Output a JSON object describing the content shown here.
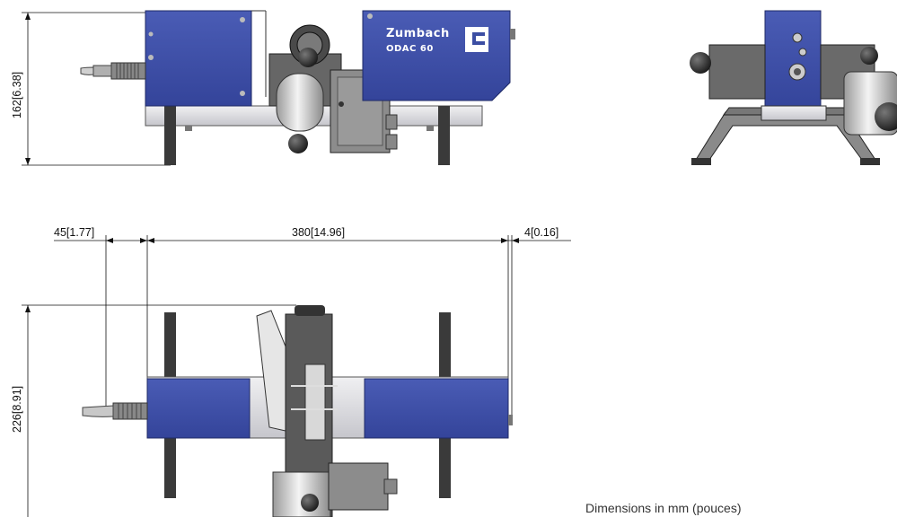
{
  "brand": {
    "name": "Zumbach",
    "model": "ODAC 60"
  },
  "dimensions": {
    "side_height": {
      "mm": "162",
      "inch": "6.38"
    },
    "left_offset": {
      "mm": "45",
      "inch": "1.77"
    },
    "body_length": {
      "mm": "380",
      "inch": "14.96"
    },
    "right_offset": {
      "mm": "4",
      "inch": "0.16"
    },
    "top_height": {
      "mm": "226",
      "inch": "8.91"
    }
  },
  "caption": "Dimensions in mm (pouces)",
  "colors": {
    "housing_blue": "#3c4ea3",
    "frame_gray": "#d8d8dc",
    "dark": "#2a2a2a"
  }
}
